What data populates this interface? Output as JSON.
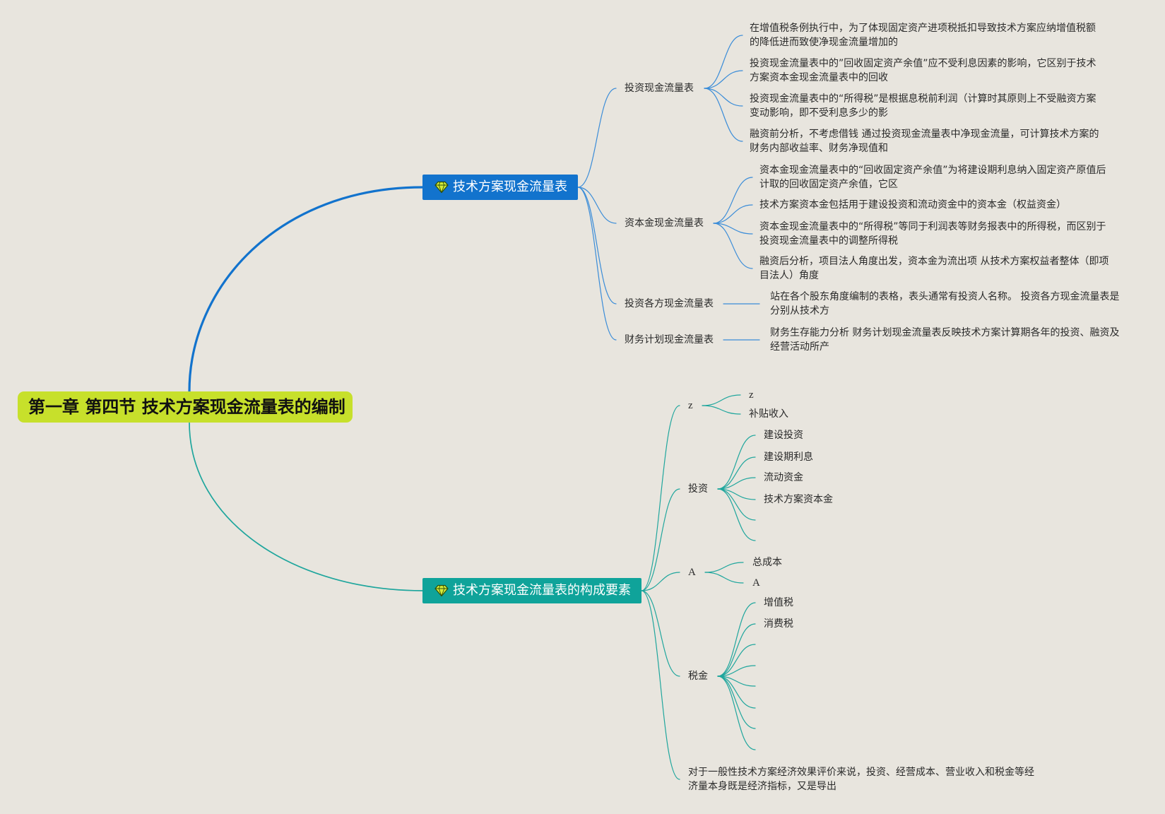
{
  "colors": {
    "background": "#e8e5de",
    "root": "#c7e02b",
    "branch_1": "#1273cd",
    "branch_2": "#0fa39a",
    "line_1": "#3a8cd8",
    "line_2": "#1fa69d",
    "gem": "#d4ec3a"
  },
  "mindmap": {
    "root": {
      "label": "第一章 第四节 技术方案现金流量表的编制"
    },
    "branches": [
      {
        "label": "技术方案现金流量表",
        "icon": "gem-icon",
        "children": [
          {
            "label": "投资现金流量表",
            "children": [
              {
                "lines": [
                  "在增值税条例执行中，为了体现固定资产进项税抵扣导致技术方案应纳增值税额",
                  "的降低进而致使净现金流量增加的"
                ]
              },
              {
                "lines": [
                  "投资现金流量表中的”回收固定资产余值”应不受利息因素的影响，它区别于技术",
                  "方案资本金现金流量表中的回收"
                ]
              },
              {
                "lines": [
                  "投资现金流量表中的“所得税”是根据息税前利润（计算时其原则上不受融资方案",
                  "变动影响，即不受利息多少的影"
                ]
              },
              {
                "lines": [
                  "融资前分析，不考虑借钱 通过投资现金流量表中净现金流量，可计算技术方案的",
                  "财务内部收益率、财务净现值和"
                ]
              }
            ]
          },
          {
            "label": "资本金现金流量表",
            "children": [
              {
                "lines": [
                  "资本金现金流量表中的“回收固定资产余值”为将建设期利息纳入固定资产原值后",
                  "计取的回收固定资产余值，它区"
                ]
              },
              {
                "lines": [
                  "技术方案资本金包括用于建设投资和流动资金中的资本金（权益资金）"
                ]
              },
              {
                "lines": [
                  "资本金现金流量表中的“所得税”等同于利润表等财务报表中的所得税，而区别于",
                  "投资现金流量表中的调整所得税"
                ]
              },
              {
                "lines": [
                  "融资后分析，项目法人角度出发，资本金为流出项 从技术方案权益者整体（即项",
                  "目法人）角度"
                ]
              }
            ]
          },
          {
            "label": "投资各方现金流量表",
            "children": [
              {
                "lines": [
                  "站在各个股东角度编制的表格，表头通常有投资人名称。 投资各方现金流量表是",
                  "分别从技术方"
                ]
              }
            ]
          },
          {
            "label": "财务计划现金流量表",
            "children": [
              {
                "lines": [
                  "财务生存能力分析 财务计划现金流量表反映技术方案计算期各年的投资、融资及",
                  "经营活动所产"
                ]
              }
            ]
          }
        ]
      },
      {
        "label": "技术方案现金流量表的构成要素",
        "icon": "gem-icon",
        "children": [
          {
            "label": "z",
            "children": [
              {
                "label": "z"
              },
              {
                "label": "补贴收入"
              }
            ]
          },
          {
            "label": "投资",
            "children": [
              {
                "label": "建设投资"
              },
              {
                "label": "建设期利息"
              },
              {
                "label": "流动资金"
              },
              {
                "label": "技术方案资本金"
              }
            ]
          },
          {
            "label": "A",
            "children": [
              {
                "label": "总成本"
              },
              {
                "label": "A"
              }
            ]
          },
          {
            "label": "税金",
            "children": [
              {
                "label": "增值税"
              },
              {
                "label": "消费税"
              }
            ]
          },
          {
            "lines": [
              "对于一般性技术方案经济效果评价来说，投资、经营成本、营业收入和税金等经",
              "济量本身既是经济指标，又是导出"
            ]
          }
        ]
      }
    ]
  }
}
